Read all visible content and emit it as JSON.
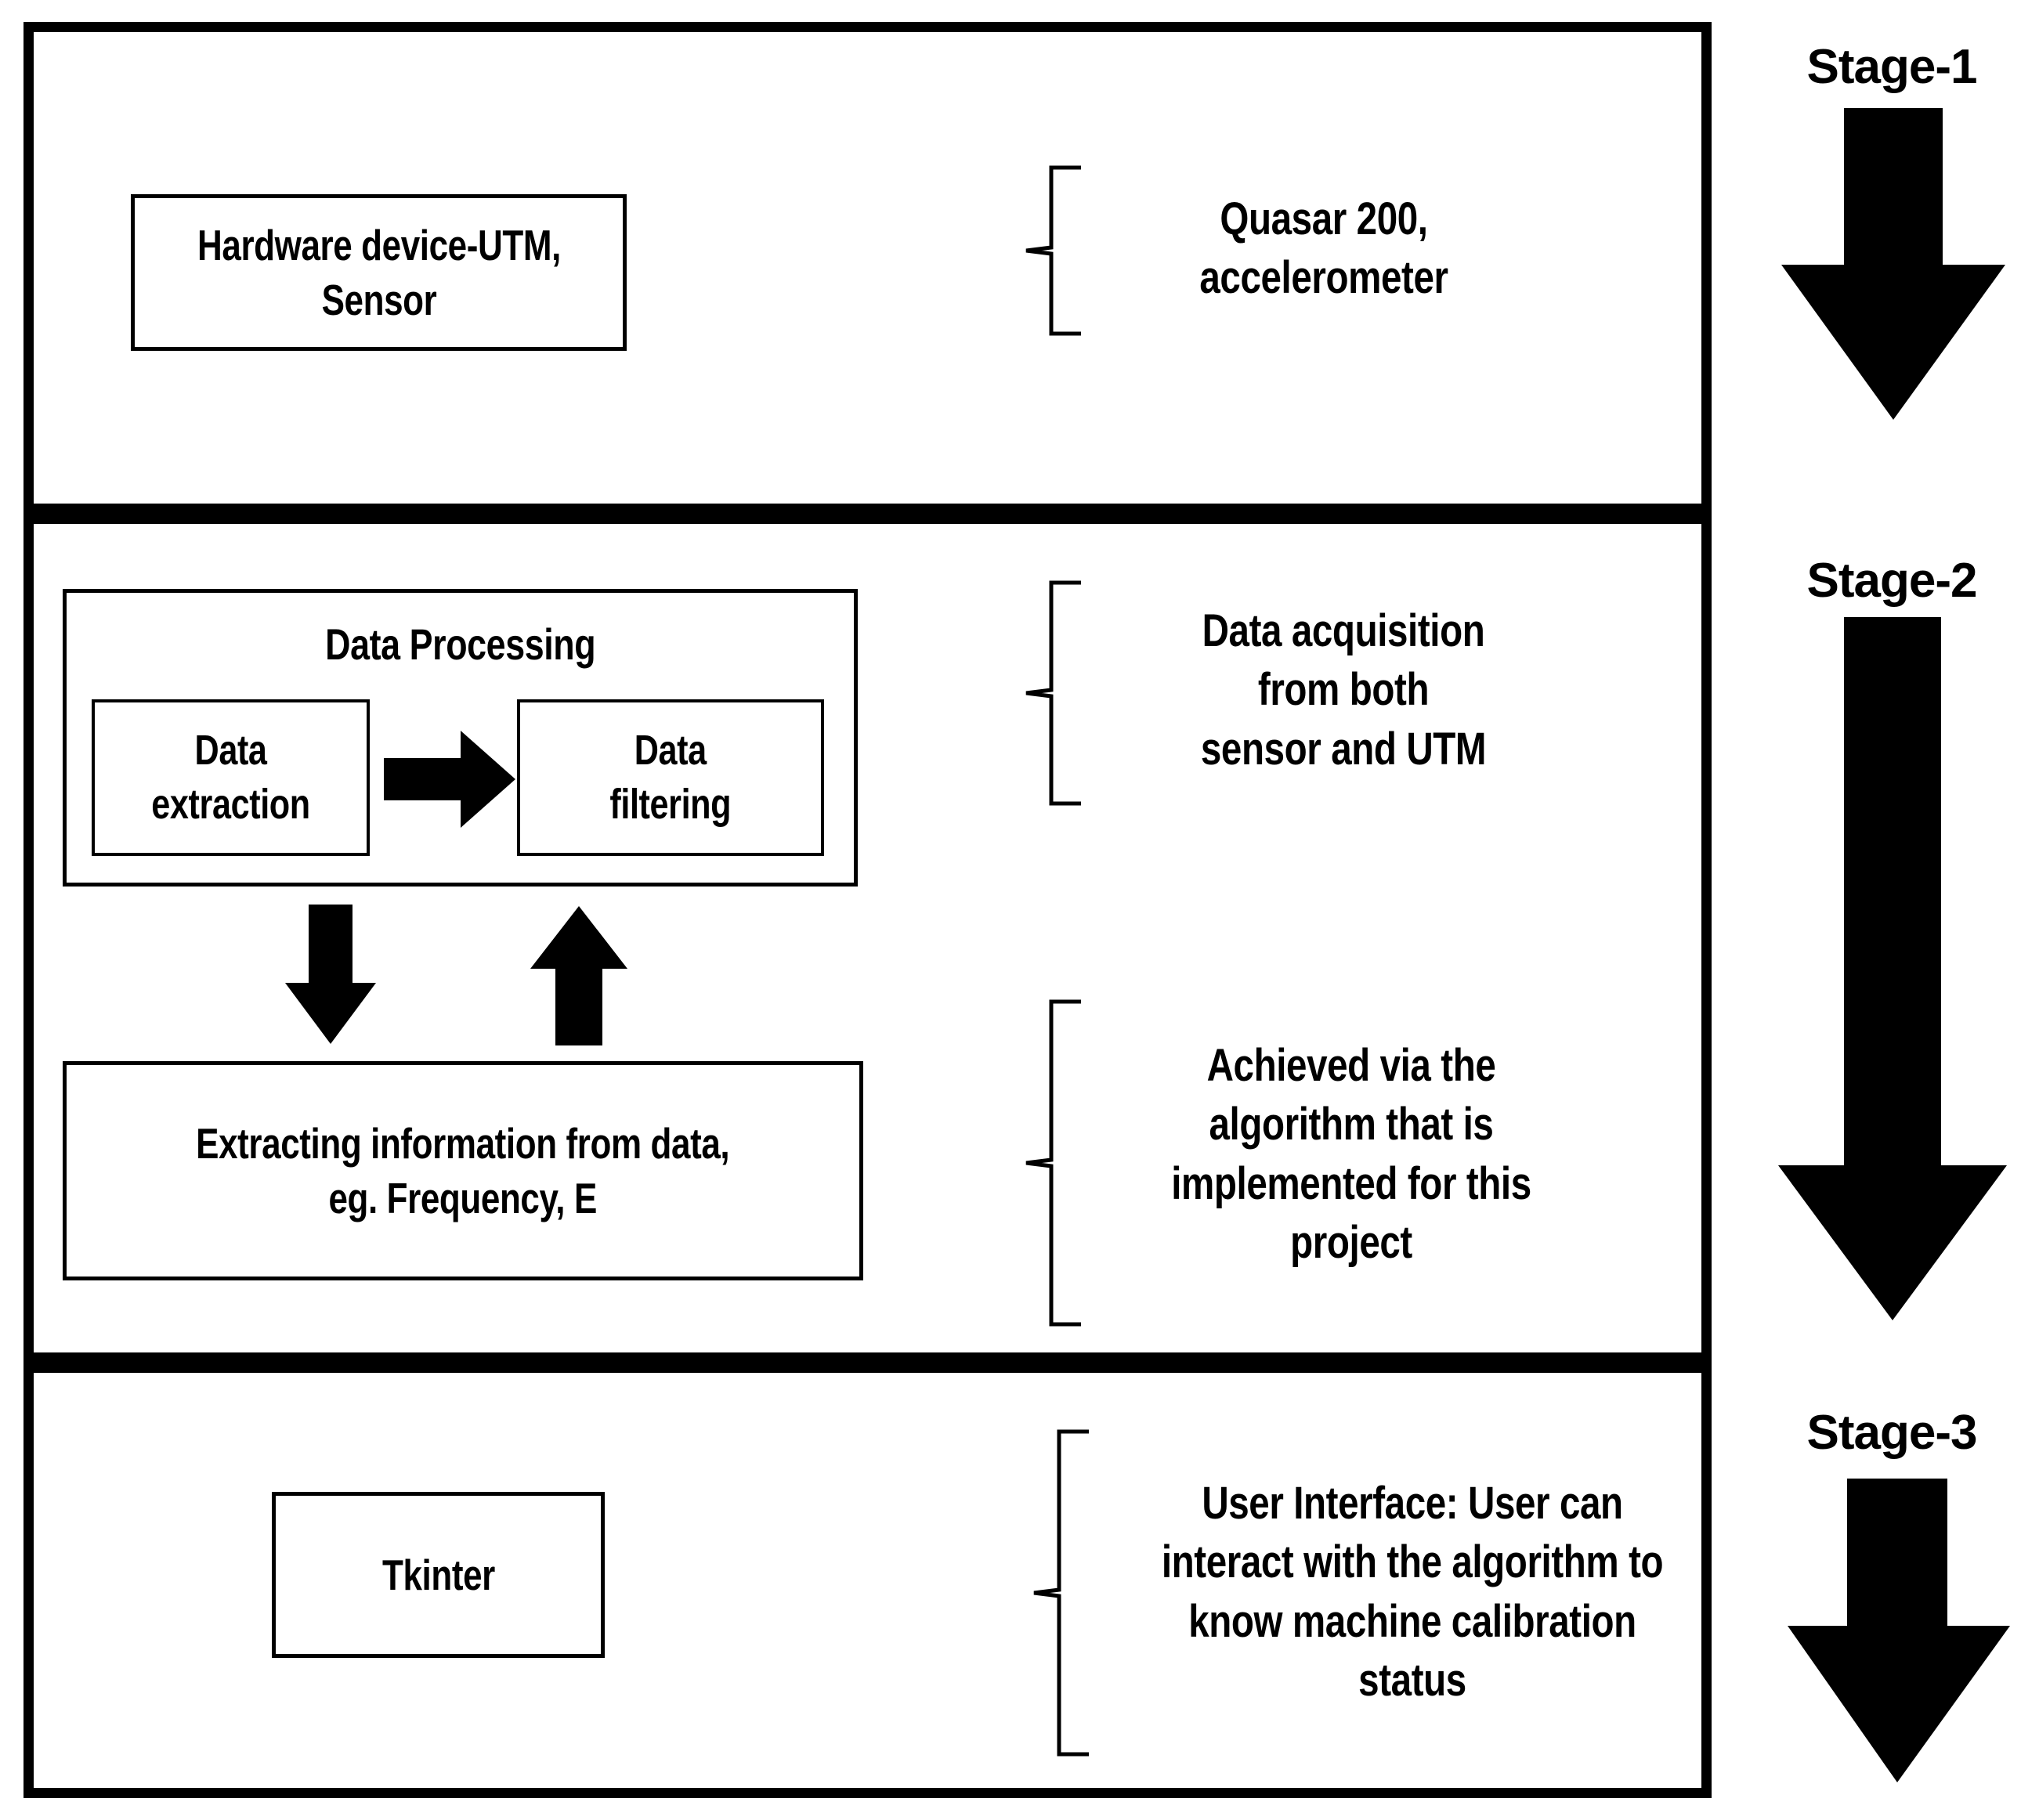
{
  "diagram": {
    "title": "Three-stage system architecture flow diagram",
    "colors": {
      "stroke": "#000000",
      "fill": "#ffffff"
    }
  },
  "stages": [
    {
      "caption": "Stage-1",
      "boxes": [
        {
          "label": "Hardware device-UTM,\nSensor"
        }
      ],
      "annotations": [
        {
          "text": "Quasar 200,\naccelerometer"
        }
      ]
    },
    {
      "caption": "Stage-2",
      "boxes": [
        {
          "label": "Data Processing"
        },
        {
          "label": "Data\nextraction"
        },
        {
          "label": "Data\nfiltering"
        },
        {
          "label": "Extracting information from data,\neg. Frequency, E"
        }
      ],
      "annotations": [
        {
          "text": "Data acquisition\nfrom both\nsensor and UTM"
        },
        {
          "text": "Achieved via the\nalgorithm that is\nimplemented for this\nproject"
        }
      ]
    },
    {
      "caption": "Stage-3",
      "boxes": [
        {
          "label": "Tkinter"
        }
      ],
      "annotations": [
        {
          "text": "User Interface: User can\ninteract with the algorithm to\nknow machine calibration\nstatus"
        }
      ]
    }
  ],
  "icons": {
    "arrow_right": "arrow-right-icon",
    "arrow_down": "arrow-down-icon",
    "arrow_up": "arrow-up-icon",
    "stage_arrow": "stage-down-arrow-icon",
    "bracket": "curly-bracket-icon"
  }
}
